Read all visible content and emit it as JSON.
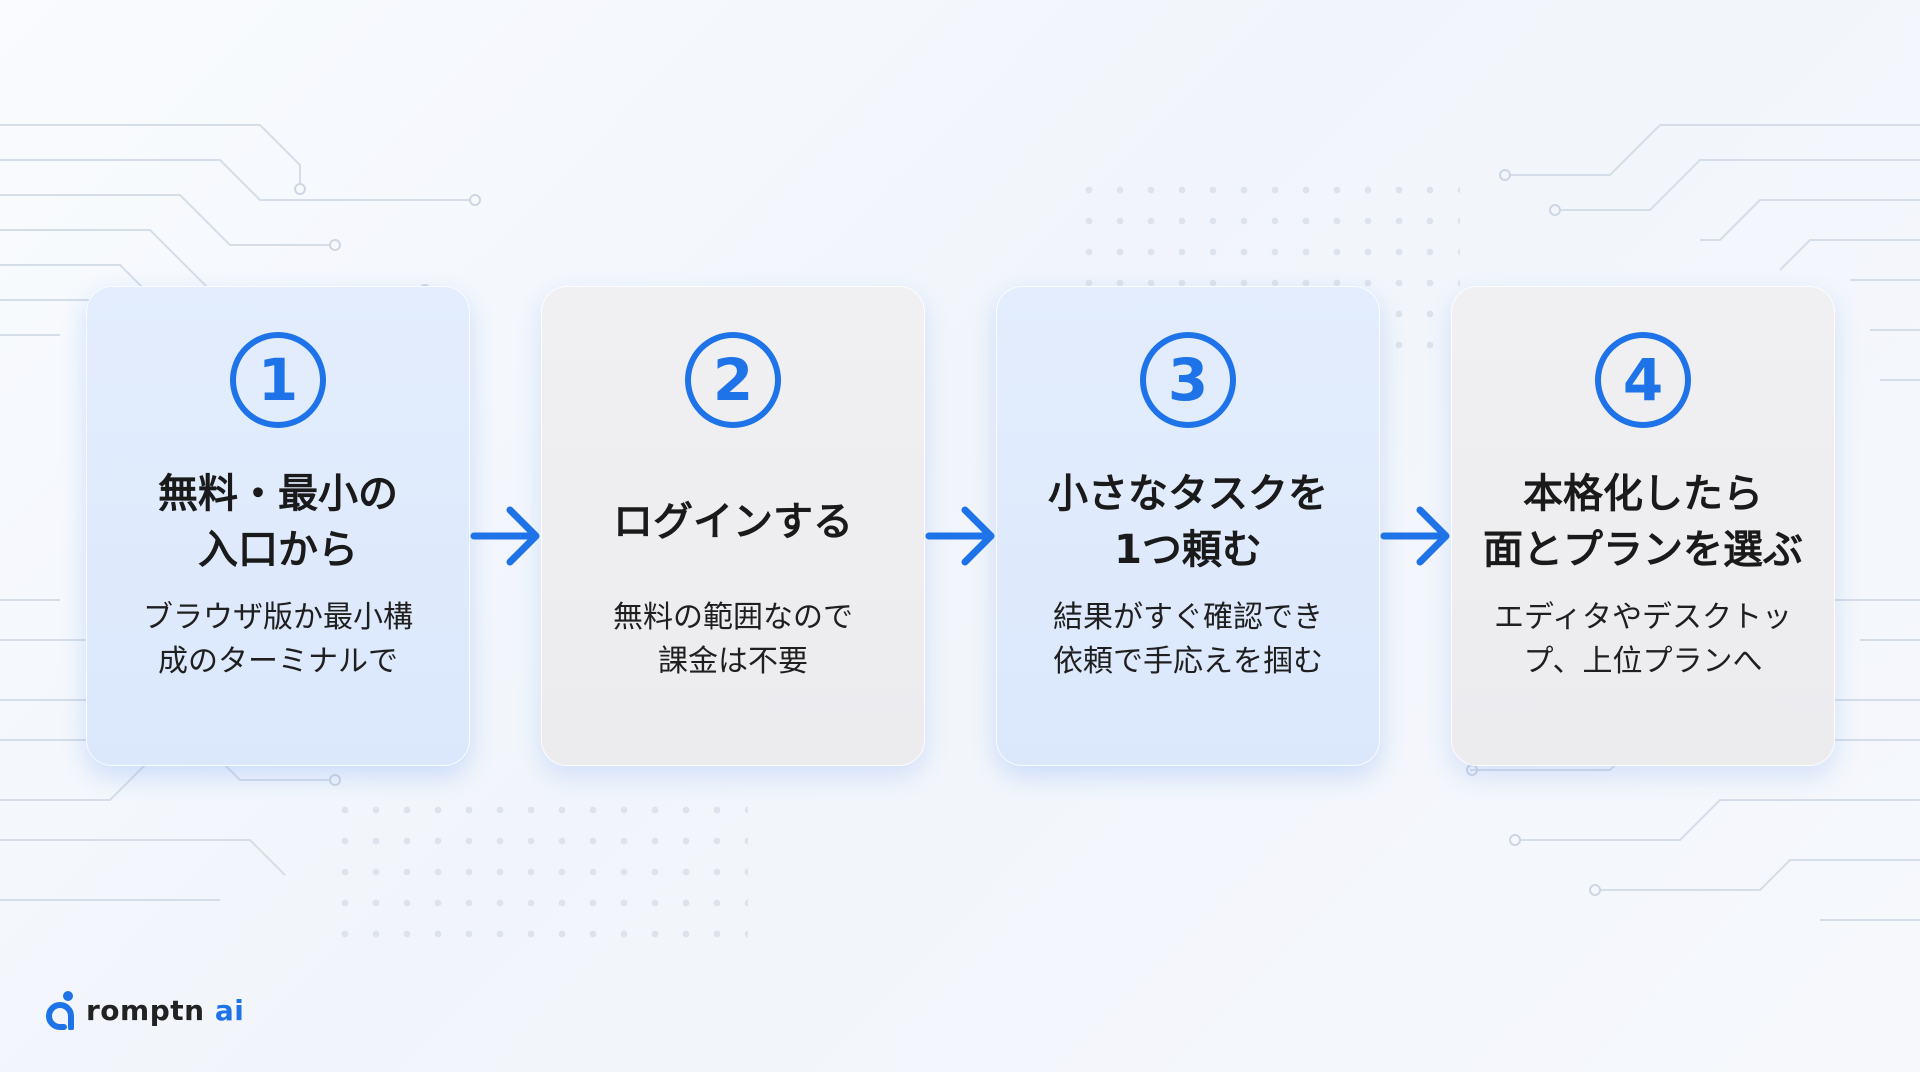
{
  "colors": {
    "accent": "#1e73e8",
    "card_blue": "#dfeafc",
    "card_gray": "#eeeef0",
    "text": "#1a1a1a"
  },
  "steps": [
    {
      "number": "1",
      "title": "無料・最小の\n入口から",
      "description": "ブラウザ版か最小構\n成のターミナルで",
      "style": "blue"
    },
    {
      "number": "2",
      "title": "ログインする",
      "description": "無料の範囲なので\n課金は不要",
      "style": "gray"
    },
    {
      "number": "3",
      "title": "小さなタスクを\n1つ頼む",
      "description": "結果がすぐ確認でき\n依頼で手応えを掴む",
      "style": "blue"
    },
    {
      "number": "4",
      "title": "本格化したら\n面とプランを選ぶ",
      "description": "エディタやデスクトッ\nプ、上位プランへ",
      "style": "gray"
    }
  ],
  "arrows": [
    "arrow-right-icon",
    "arrow-right-icon",
    "arrow-right-icon"
  ],
  "logo": {
    "word": "romptn",
    "suffix": "ai",
    "icon": "logo-icon",
    "word_color": "#222222",
    "suffix_color": "#1e73e8"
  }
}
